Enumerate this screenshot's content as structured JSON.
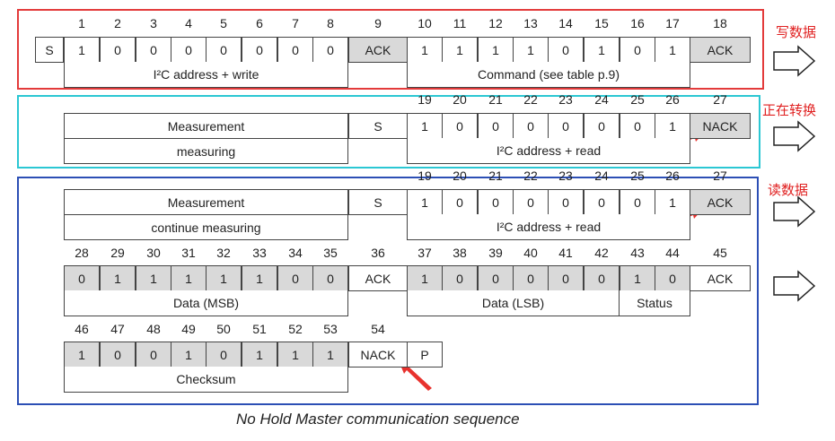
{
  "side_labels": {
    "write": "写数据",
    "converting": "正在转换",
    "read": "读数据"
  },
  "caption": "No Hold Master communication sequence",
  "colors": {
    "red": "#e33b3b",
    "cyan": "#2bc7d3",
    "blue": "#2c4fb5",
    "gray": "#d9d9d9"
  },
  "s1": {
    "nums": [
      "1",
      "2",
      "3",
      "4",
      "5",
      "6",
      "7",
      "8",
      "9",
      "10",
      "11",
      "12",
      "13",
      "14",
      "15",
      "16",
      "17",
      "18"
    ],
    "start": "S",
    "bits": [
      "1",
      "0",
      "0",
      "0",
      "0",
      "0",
      "0",
      "0"
    ],
    "ack1": "ACK",
    "cmd": [
      "1",
      "1",
      "1",
      "1",
      "0",
      "1",
      "0",
      "1"
    ],
    "ack2": "ACK",
    "addr_label": "I²C address + write",
    "cmd_label": "Command (see table p.9)"
  },
  "s2": {
    "nums": [
      "19",
      "20",
      "21",
      "22",
      "23",
      "24",
      "25",
      "26",
      "27"
    ],
    "meas": "Measurement",
    "state": "measuring",
    "start": "S",
    "bits": [
      "1",
      "0",
      "0",
      "0",
      "0",
      "0",
      "0",
      "1"
    ],
    "nack": "NACK",
    "addr_label": "I²C address + read"
  },
  "s3": {
    "nums": [
      "19",
      "20",
      "21",
      "22",
      "23",
      "24",
      "25",
      "26",
      "27"
    ],
    "meas": "Measurement",
    "state": "continue measuring",
    "start": "S",
    "bits": [
      "1",
      "0",
      "0",
      "0",
      "0",
      "0",
      "0",
      "1"
    ],
    "ack": "ACK",
    "addr_label": "I²C address + read",
    "nums_b": [
      "28",
      "29",
      "30",
      "31",
      "32",
      "33",
      "34",
      "35",
      "36",
      "37",
      "38",
      "39",
      "40",
      "41",
      "42",
      "43",
      "44",
      "45"
    ],
    "msb": [
      "0",
      "1",
      "1",
      "1",
      "1",
      "1",
      "0",
      "0"
    ],
    "ack_b1": "ACK",
    "lsb": [
      "1",
      "0",
      "0",
      "0",
      "0",
      "0",
      "1",
      "0"
    ],
    "ack_b2": "ACK",
    "msb_label": "Data (MSB)",
    "lsb_label": "Data (LSB)",
    "status_label": "Status",
    "nums_c": [
      "46",
      "47",
      "48",
      "49",
      "50",
      "51",
      "52",
      "53",
      "54"
    ],
    "chk": [
      "1",
      "0",
      "0",
      "1",
      "0",
      "1",
      "1",
      "1"
    ],
    "nack": "NACK",
    "stop": "P",
    "chk_label": "Checksum"
  }
}
